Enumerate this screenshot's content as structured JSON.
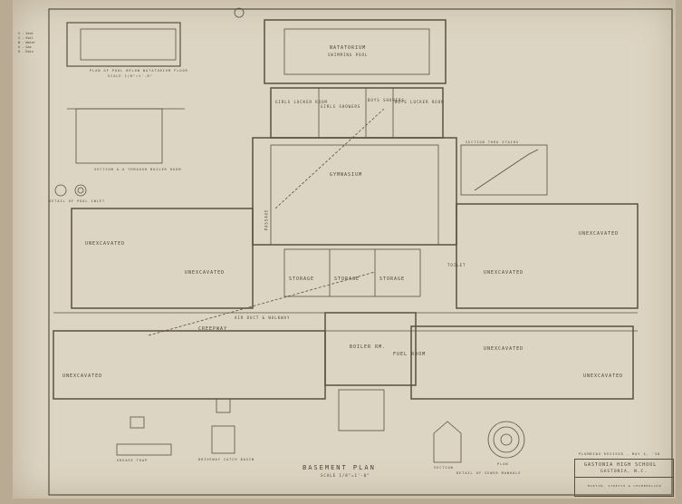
{
  "drawing": {
    "title": "BASEMENT PLAN",
    "scale": "SCALE 1/8\"=1'-0\"",
    "rooms": {
      "natatorium": "NATATORIUM",
      "swimming_pool": "SWIMMING POOL",
      "girls_locker": "GIRLS LOCKER ROOM",
      "girls_showers": "GIRLS SHOWERS",
      "boys_showers": "BOYS SHOWERS",
      "boys_locker": "BOYS LOCKER ROOM",
      "gymnasium": "GYMNASIUM",
      "passage": "PASSAGE",
      "unexcavated": "UNEXCAVATED",
      "storage": "STORAGE",
      "boiler_room": "BOILER RM.",
      "fuel_room": "FUEL ROOM",
      "creepway": "CREEPWAY",
      "air_duct": "AIR DUCT & WALKWAY",
      "toilet": "TOILET"
    },
    "details": {
      "pool_plan": "PLAN OF POOL BELOW NATATORIUM FLOOR",
      "pool_plan_scale": "SCALE 1/8\"=1'-0\"",
      "boiler_section": "SECTION A-A THROUGH BOILER ROOM",
      "pool_inlet": "DETAIL OF POOL INLET",
      "stair_section": "SECTION THRU STAIRS",
      "manhole": "DETAIL OF SEWER MANHOLE",
      "section": "SECTION",
      "plan": "PLAN",
      "catch_basin": "DRIVEWAY CATCH BASIN",
      "grease_trap": "GREASE TRAP",
      "legend": [
        "V - Vent",
        "S - Soil",
        "W - Water",
        "G - Gas",
        "R - Rain"
      ]
    }
  },
  "title_block": {
    "revision": "PLUMBING REVISED - MAY 4, '38",
    "project": "GASTONIA HIGH SCHOOL",
    "location": "GASTONIA, N.C.",
    "architects": "MARTIN, STRETCH & CHAMBERLAIN"
  }
}
